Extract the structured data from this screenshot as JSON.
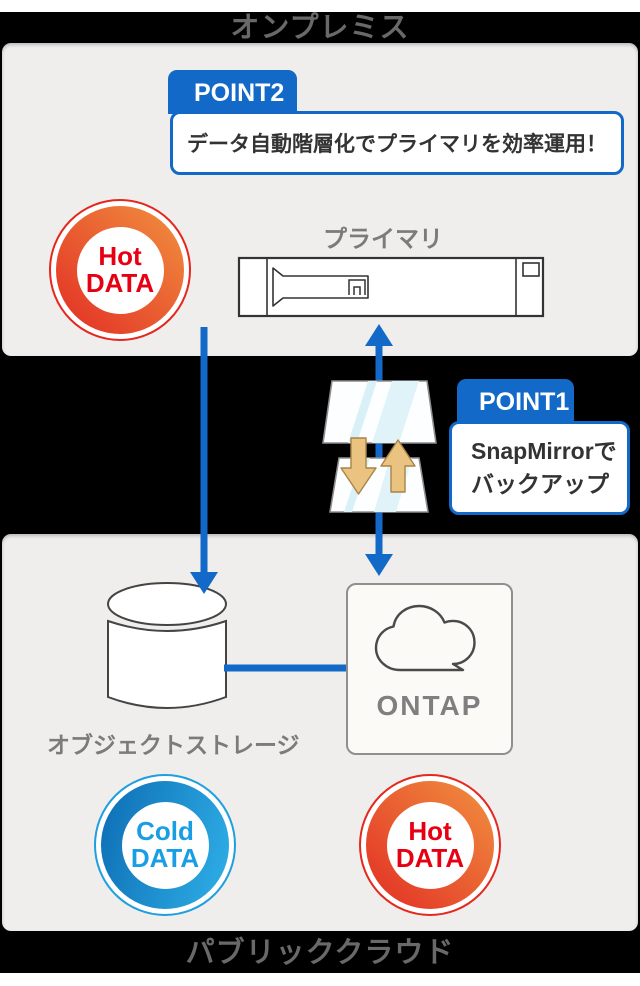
{
  "colors": {
    "accent_blue": "#1269c7",
    "panel_gray": "#efeeec",
    "background_black": "#000000",
    "zone_title_gray": "#696969",
    "node_label_gray": "#7b7b7b",
    "hot_text_red": "#e60012",
    "hot_ring_gradient": [
      "#e22d24",
      "#f1913f"
    ],
    "cold_text_blue": "#199ee4",
    "cold_ring_gradient": [
      "#0d6db4",
      "#2fb0e8"
    ],
    "tier_arrow_tan": "#ebc381",
    "glass_stripe_blue": "#d9f1f6"
  },
  "onprem_section": {
    "title": "オンプレミス",
    "point2": {
      "tab_label": "POINT2",
      "message": "データ自動階層化でプライマリを効率運用！"
    },
    "hot_badge": {
      "line1": "Hot",
      "line2": "DATA"
    },
    "primary_label": "プライマリ"
  },
  "transfer_section": {
    "point1": {
      "tab_label": "POINT1",
      "message_line1": "SnapMirrorで",
      "message_line2": "バックアップ"
    }
  },
  "cloud_section": {
    "title": "パブリッククラウド",
    "object_storage_label": "オブジェクトストレージ",
    "ontap_box": {
      "label": "ONTAP"
    },
    "cold_badge": {
      "line1": "Cold",
      "line2": "DATA"
    },
    "hot_badge": {
      "line1": "Hot",
      "line2": "DATA"
    }
  }
}
